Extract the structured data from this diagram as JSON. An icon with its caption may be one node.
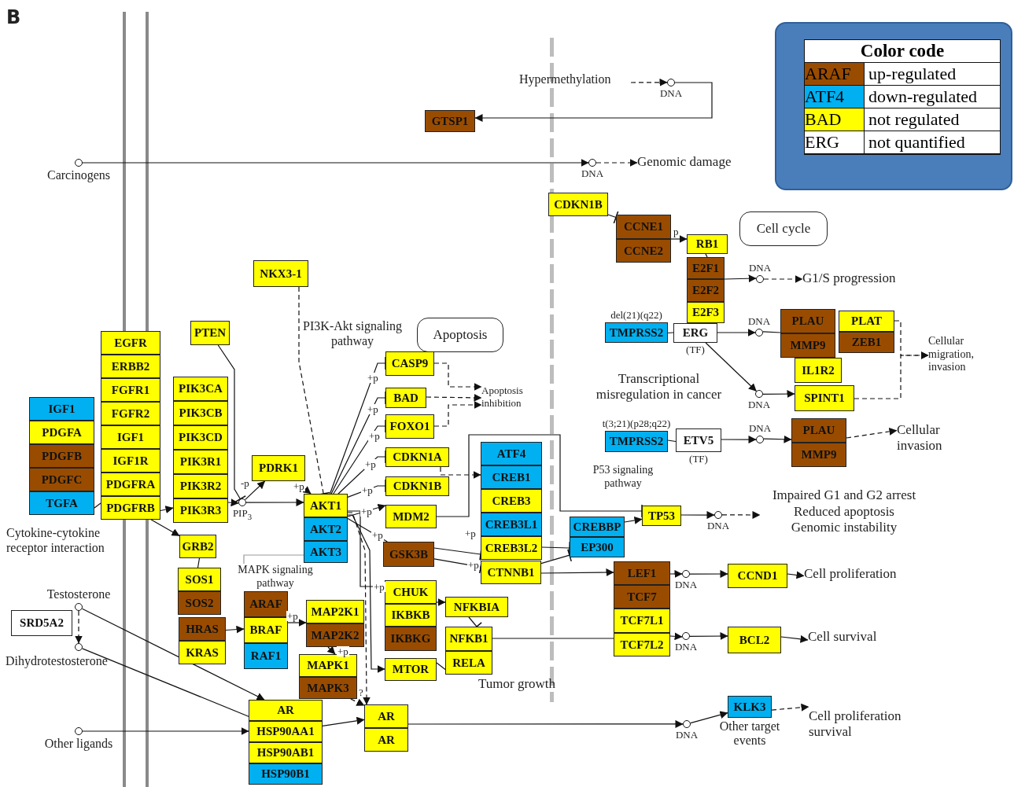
{
  "diagram": {
    "title": "B",
    "nodes": [
      {
        "text": [
          "GTSP1"
        ]
      },
      {
        "text": [
          "Hypermethylation"
        ]
      },
      {
        "text": [],
        "shape": "circle",
        "beside": [
          "DNA"
        ]
      },
      {
        "text": [],
        "shape": "circle",
        "beside": [
          "Carcinogens"
        ]
      },
      {
        "text": [],
        "shape": "circle",
        "beside": [
          "DNA"
        ]
      },
      {
        "text": [
          "Genomic damage"
        ]
      },
      {
        "text": [
          "CDKN1B"
        ]
      },
      {
        "text": [
          "CCNE1"
        ]
      },
      {
        "text": [
          "CCNE2"
        ]
      },
      {
        "text": [
          "Cell cycle"
        ]
      },
      {
        "text": [
          "RB1"
        ]
      },
      {
        "text": [
          "E2F1"
        ]
      },
      {
        "text": [
          "E2F2"
        ]
      },
      {
        "text": [
          "E2F3"
        ]
      },
      {
        "text": [],
        "shape": "circle",
        "beside": [
          "DNA"
        ]
      },
      {
        "text": [
          "G1/S progression"
        ]
      },
      {
        "text": [
          "TMPRSS2"
        ],
        "beside": [
          "del(21)(q22)"
        ]
      },
      {
        "text": [
          "ERG"
        ],
        "beside": [
          "(TF)"
        ]
      },
      {
        "text": [],
        "shape": "circle",
        "beside": [
          "DNA"
        ]
      },
      {
        "text": [
          "PLAU"
        ]
      },
      {
        "text": [
          "MMP9"
        ]
      },
      {
        "text": [
          "PLAT"
        ]
      },
      {
        "text": [
          "ZEB1"
        ]
      },
      {
        "text": [
          "IL1R2"
        ]
      },
      {
        "text": [],
        "shape": "circle",
        "beside": [
          "DNA"
        ]
      },
      {
        "text": [
          "SPINT1"
        ]
      },
      {
        "text": [
          "Cellular migration, invasion"
        ]
      },
      {
        "text": [
          "TMPRSS2"
        ],
        "beside": [
          "t(3;21)(p28;q22)"
        ]
      },
      {
        "text": [
          "ETV5"
        ],
        "beside": [
          "(TF)"
        ]
      },
      {
        "text": [],
        "shape": "circle",
        "beside": [
          "DNA"
        ]
      },
      {
        "text": [
          "PLAU"
        ]
      },
      {
        "text": [
          "MMP9"
        ]
      },
      {
        "text": [
          "Cellular invasion"
        ]
      },
      {
        "text": [
          "TP53"
        ]
      },
      {
        "text": [],
        "shape": "circle",
        "beside": [
          "DNA"
        ]
      },
      {
        "text": [
          "Impaired G1 and G2 arrest",
          "Reduced apoptosis",
          "Genomic instability"
        ]
      },
      {
        "text": [
          "CREBBP"
        ]
      },
      {
        "text": [
          "EP300"
        ]
      },
      {
        "text": [
          "LEF1"
        ]
      },
      {
        "text": [
          "TCF7"
        ]
      },
      {
        "text": [
          "TCF7L1"
        ]
      },
      {
        "text": [
          "TCF7L2"
        ]
      },
      {
        "text": [],
        "shape": "circle",
        "beside": [
          "DNA"
        ]
      },
      {
        "text": [
          "CCND1"
        ]
      },
      {
        "text": [
          "Cell proliferation"
        ]
      },
      {
        "text": [],
        "shape": "circle",
        "beside": [
          "DNA"
        ]
      },
      {
        "text": [
          "BCL2"
        ]
      },
      {
        "text": [
          "Cell survival"
        ]
      },
      {
        "text": [
          "KLK3"
        ],
        "beside": [
          "Other target events"
        ]
      },
      {
        "text": [],
        "shape": "circle",
        "beside": [
          "DNA"
        ]
      },
      {
        "text": [
          "Cell proliferation survival"
        ]
      },
      {
        "text": [
          "EGFR"
        ]
      },
      {
        "text": [
          "ERBB2"
        ]
      },
      {
        "text": [
          "FGFR1"
        ]
      },
      {
        "text": [
          "FGFR2"
        ]
      },
      {
        "text": [
          "IGF1"
        ]
      },
      {
        "text": [
          "IGF1R"
        ]
      },
      {
        "text": [
          "PDGFRA"
        ]
      },
      {
        "text": [
          "PDGFRB"
        ]
      },
      {
        "text": [
          "IGF1"
        ]
      },
      {
        "text": [
          "PDGFA"
        ]
      },
      {
        "text": [
          "PDGFB"
        ]
      },
      {
        "text": [
          "PDGFC"
        ]
      },
      {
        "text": [
          "TGFA"
        ]
      },
      {
        "text": [
          "PTEN"
        ]
      },
      {
        "text": [
          "PIK3CA"
        ]
      },
      {
        "text": [
          "PIK3CB"
        ]
      },
      {
        "text": [
          "PIK3CD"
        ]
      },
      {
        "text": [
          "PIK3R1"
        ]
      },
      {
        "text": [
          "PIK3R2"
        ]
      },
      {
        "text": [
          "PIK3R3"
        ]
      },
      {
        "text": [],
        "shape": "circle",
        "beside": [
          "PIP$_{3}$"
        ]
      },
      {
        "text": [
          "PDRK1"
        ]
      },
      {
        "text": [
          "NKX3-1"
        ]
      },
      {
        "text": [
          "AKT1"
        ]
      },
      {
        "text": [
          "AKT2"
        ]
      },
      {
        "text": [
          "AKT3"
        ]
      },
      {
        "text": [
          "Apoptosis"
        ]
      },
      {
        "text": [
          "CASP9"
        ]
      },
      {
        "text": [
          "BAD"
        ]
      },
      {
        "text": [
          "FOXO1"
        ]
      },
      {
        "text": [
          "Apoptosis inhibition"
        ]
      },
      {
        "text": [
          "CDKN1A"
        ]
      },
      {
        "text": [
          "CDKN1B"
        ]
      },
      {
        "text": [
          "MDM2"
        ]
      },
      {
        "text": [
          "GSK3B"
        ]
      },
      {
        "text": [
          "CHUK"
        ]
      },
      {
        "text": [
          "IKBKB"
        ]
      },
      {
        "text": [
          "IKBKG"
        ]
      },
      {
        "text": [
          "MTOR"
        ]
      },
      {
        "text": [
          "NFKBIA"
        ]
      },
      {
        "text": [
          "NFKB1"
        ]
      },
      {
        "text": [
          "RELA"
        ]
      },
      {
        "text": [
          "ATF4"
        ]
      },
      {
        "text": [
          "CREB1"
        ]
      },
      {
        "text": [
          "CREB3"
        ]
      },
      {
        "text": [
          "CREB3L1"
        ]
      },
      {
        "text": [
          "CREB3L2"
        ]
      },
      {
        "text": [
          "CTNNB1"
        ]
      },
      {
        "text": [
          "GRB2"
        ]
      },
      {
        "text": [
          "SOS1"
        ]
      },
      {
        "text": [
          "SOS2"
        ]
      },
      {
        "text": [
          "HRAS"
        ]
      },
      {
        "text": [
          "KRAS"
        ]
      },
      {
        "text": [
          "ARAF"
        ]
      },
      {
        "text": [
          "BRAF"
        ]
      },
      {
        "text": [
          "RAF1"
        ]
      },
      {
        "text": [
          "MAP2K1"
        ]
      },
      {
        "text": [
          "MAP2K2"
        ]
      },
      {
        "text": [
          "MAPK1"
        ]
      },
      {
        "text": [
          "MAPK3"
        ]
      },
      {
        "text": [
          "SRD5A2"
        ]
      },
      {
        "text": [],
        "shape": "circle",
        "beside": [
          "Testosterone"
        ]
      },
      {
        "text": [],
        "shape": "circle",
        "beside": [
          "Dihydrotestosterone"
        ]
      },
      {
        "text": [],
        "shape": "circle",
        "beside": [
          "Other ligands"
        ]
      },
      {
        "text": [
          "AR"
        ]
      },
      {
        "text": [
          "HSP90AA1"
        ]
      },
      {
        "text": [
          "HSP90AB1"
        ]
      },
      {
        "text": [
          "HSP90B1"
        ]
      },
      {
        "text": [
          "AR"
        ]
      },
      {
        "text": [
          "AR"
        ]
      },
      {
        "text": [
          "MAPK signaling pathway"
        ]
      }
    ],
    "edges": [
      {
        "from": 1,
        "to": 2,
        "arrow": "to",
        "style": "dashed"
      },
      {
        "from": 2,
        "to": 0,
        "arrow": "to"
      },
      {
        "from": 3,
        "to": 4,
        "arrow": "to"
      },
      {
        "from": 4,
        "to": 5,
        "arrow": "to",
        "style": "dashed"
      },
      {
        "from": 6,
        "to": 7,
        "arrow": "other"
      },
      {
        "from": 7,
        "to": 10,
        "arrow": "to",
        "label": "p"
      },
      {
        "from": 10,
        "to": 11,
        "arrow": "none"
      },
      {
        "from": 11,
        "to": 14,
        "arrow": "to"
      },
      {
        "from": 14,
        "to": 15,
        "arrow": "to",
        "style": "dashed"
      },
      {
        "from": 16,
        "to": 17,
        "arrow": "none"
      },
      {
        "from": 17,
        "to": 18,
        "arrow": "to"
      },
      {
        "from": 18,
        "to": 19,
        "arrow": "none"
      },
      {
        "from": 17,
        "to": 24,
        "arrow": "to"
      },
      {
        "from": 24,
        "to": 25,
        "arrow": "to"
      },
      {
        "from": 21,
        "to": 26,
        "arrow": "to",
        "style": "dashed"
      },
      {
        "from": 25,
        "to": 26,
        "arrow": "to",
        "style": "dashed"
      },
      {
        "from": 27,
        "to": 28,
        "arrow": "none"
      },
      {
        "from": 28,
        "to": 29,
        "arrow": "to"
      },
      {
        "from": 29,
        "to": 30,
        "arrow": "to"
      },
      {
        "from": 30,
        "to": 32,
        "arrow": "to",
        "style": "dashed"
      },
      {
        "from": 33,
        "to": 34,
        "arrow": "to"
      },
      {
        "from": 34,
        "to": 35,
        "arrow": "to",
        "style": "dashed"
      },
      {
        "from": 36,
        "to": 33,
        "arrow": "to"
      },
      {
        "from": 84,
        "to": 33,
        "arrow": "other"
      },
      {
        "from": 38,
        "to": 42,
        "arrow": "to"
      },
      {
        "from": 42,
        "to": 43,
        "arrow": "to"
      },
      {
        "from": 43,
        "to": 44,
        "arrow": "to"
      },
      {
        "from": 41,
        "to": 45,
        "arrow": "to"
      },
      {
        "from": 45,
        "to": 46,
        "arrow": "to"
      },
      {
        "from": 46,
        "to": 47,
        "arrow": "to"
      },
      {
        "from": 119,
        "to": 49,
        "arrow": "to"
      },
      {
        "from": 49,
        "to": 48,
        "arrow": "to"
      },
      {
        "from": 48,
        "to": 50,
        "arrow": "to",
        "style": "dashed"
      },
      {
        "from": 98,
        "to": 38,
        "arrow": "to"
      },
      {
        "from": 98,
        "to": 37,
        "arrow": "other"
      },
      {
        "from": 97,
        "to": 37,
        "arrow": "other"
      },
      {
        "from": 91,
        "to": 41,
        "arrow": "none"
      },
      {
        "from": 74,
        "to": 78,
        "arrow": "other",
        "label": "+p"
      },
      {
        "from": 74,
        "to": 79,
        "arrow": "other",
        "label": "+p"
      },
      {
        "from": 74,
        "to": 80,
        "arrow": "other",
        "label": "+p"
      },
      {
        "from": 74,
        "to": 82,
        "arrow": "other",
        "label": "+p"
      },
      {
        "from": 74,
        "to": 83,
        "arrow": "other",
        "label": "+p"
      },
      {
        "from": 74,
        "to": 84,
        "arrow": "to",
        "label": "+p"
      },
      {
        "from": 74,
        "to": 85,
        "arrow": "none",
        "label": "+p"
      },
      {
        "from": 74,
        "to": 86,
        "arrow": "to",
        "label": "+p"
      },
      {
        "from": 74,
        "to": 89,
        "arrow": "to"
      },
      {
        "from": 74,
        "to": 119,
        "arrow": "to",
        "style": "dashed",
        "label": "?"
      },
      {
        "from": 78,
        "to": 81,
        "arrow": "to",
        "style": "dashed"
      },
      {
        "from": 79,
        "to": 81,
        "arrow": "to",
        "style": "dashed"
      },
      {
        "from": 80,
        "to": 81,
        "arrow": "to",
        "style": "dashed"
      },
      {
        "from": 82,
        "to": 94,
        "arrow": "to",
        "style": "dashed"
      },
      {
        "from": 85,
        "to": 97,
        "arrow": "other",
        "label": "+p"
      },
      {
        "from": 85,
        "to": 98,
        "arrow": "other",
        "label": "+p"
      },
      {
        "from": 86,
        "to": 90,
        "arrow": "to"
      },
      {
        "from": 90,
        "to": 91,
        "arrow": "other"
      },
      {
        "from": 89,
        "to": 92,
        "arrow": "none"
      },
      {
        "from": 58,
        "to": 70,
        "arrow": "to"
      },
      {
        "from": 58,
        "to": 99,
        "arrow": "to"
      },
      {
        "from": 63,
        "to": 58,
        "arrow": "none"
      },
      {
        "from": 70,
        "to": 71,
        "arrow": "to"
      },
      {
        "from": 64,
        "to": 71,
        "arrow": "other",
        "label": "-p"
      },
      {
        "from": 71,
        "to": 74,
        "arrow": "to"
      },
      {
        "from": 71,
        "to": 72,
        "arrow": "to"
      },
      {
        "from": 72,
        "to": 74,
        "arrow": "to",
        "label": "+p"
      },
      {
        "from": 73,
        "to": 74,
        "arrow": "other",
        "style": "dashed"
      },
      {
        "from": 99,
        "to": 100,
        "arrow": "none"
      },
      {
        "from": 102,
        "to": 105,
        "arrow": "to"
      },
      {
        "from": 105,
        "to": 107,
        "arrow": "to",
        "label": "+p"
      },
      {
        "from": 108,
        "to": 109,
        "arrow": "to",
        "label": "+p"
      },
      {
        "from": 110,
        "to": 119,
        "arrow": "to",
        "style": "dashed"
      },
      {
        "from": 112,
        "to": 113,
        "arrow": "to",
        "style": "dashed"
      },
      {
        "from": 112,
        "to": 115,
        "arrow": "to"
      },
      {
        "from": 113,
        "to": 116,
        "arrow": "to"
      },
      {
        "from": 114,
        "to": 116,
        "arrow": "to"
      },
      {
        "from": 116,
        "to": 119,
        "arrow": "to"
      },
      {
        "from": 121,
        "to": 76,
        "arrow": "none",
        "color": "#999999"
      }
    ],
    "labels": [
      "PI3K-Akt signaling pathway",
      "Cytokine-cytokine receptor interaction",
      "Transcriptional misregulation in cancer",
      "P53 signaling pathway",
      "Tumor growth",
      "Color code",
      "ARAF",
      "ATF4",
      "BAD",
      "ERG"
    ],
    "legend": [
      {
        "text": "up-regulated",
        "color": "#994c00"
      },
      {
        "text": "down-regulated",
        "color": "#00b0f0"
      },
      {
        "text": "not regulated",
        "color": "#ffff00"
      },
      {
        "text": "not quantified",
        "color": "#ffffff"
      }
    ]
  }
}
